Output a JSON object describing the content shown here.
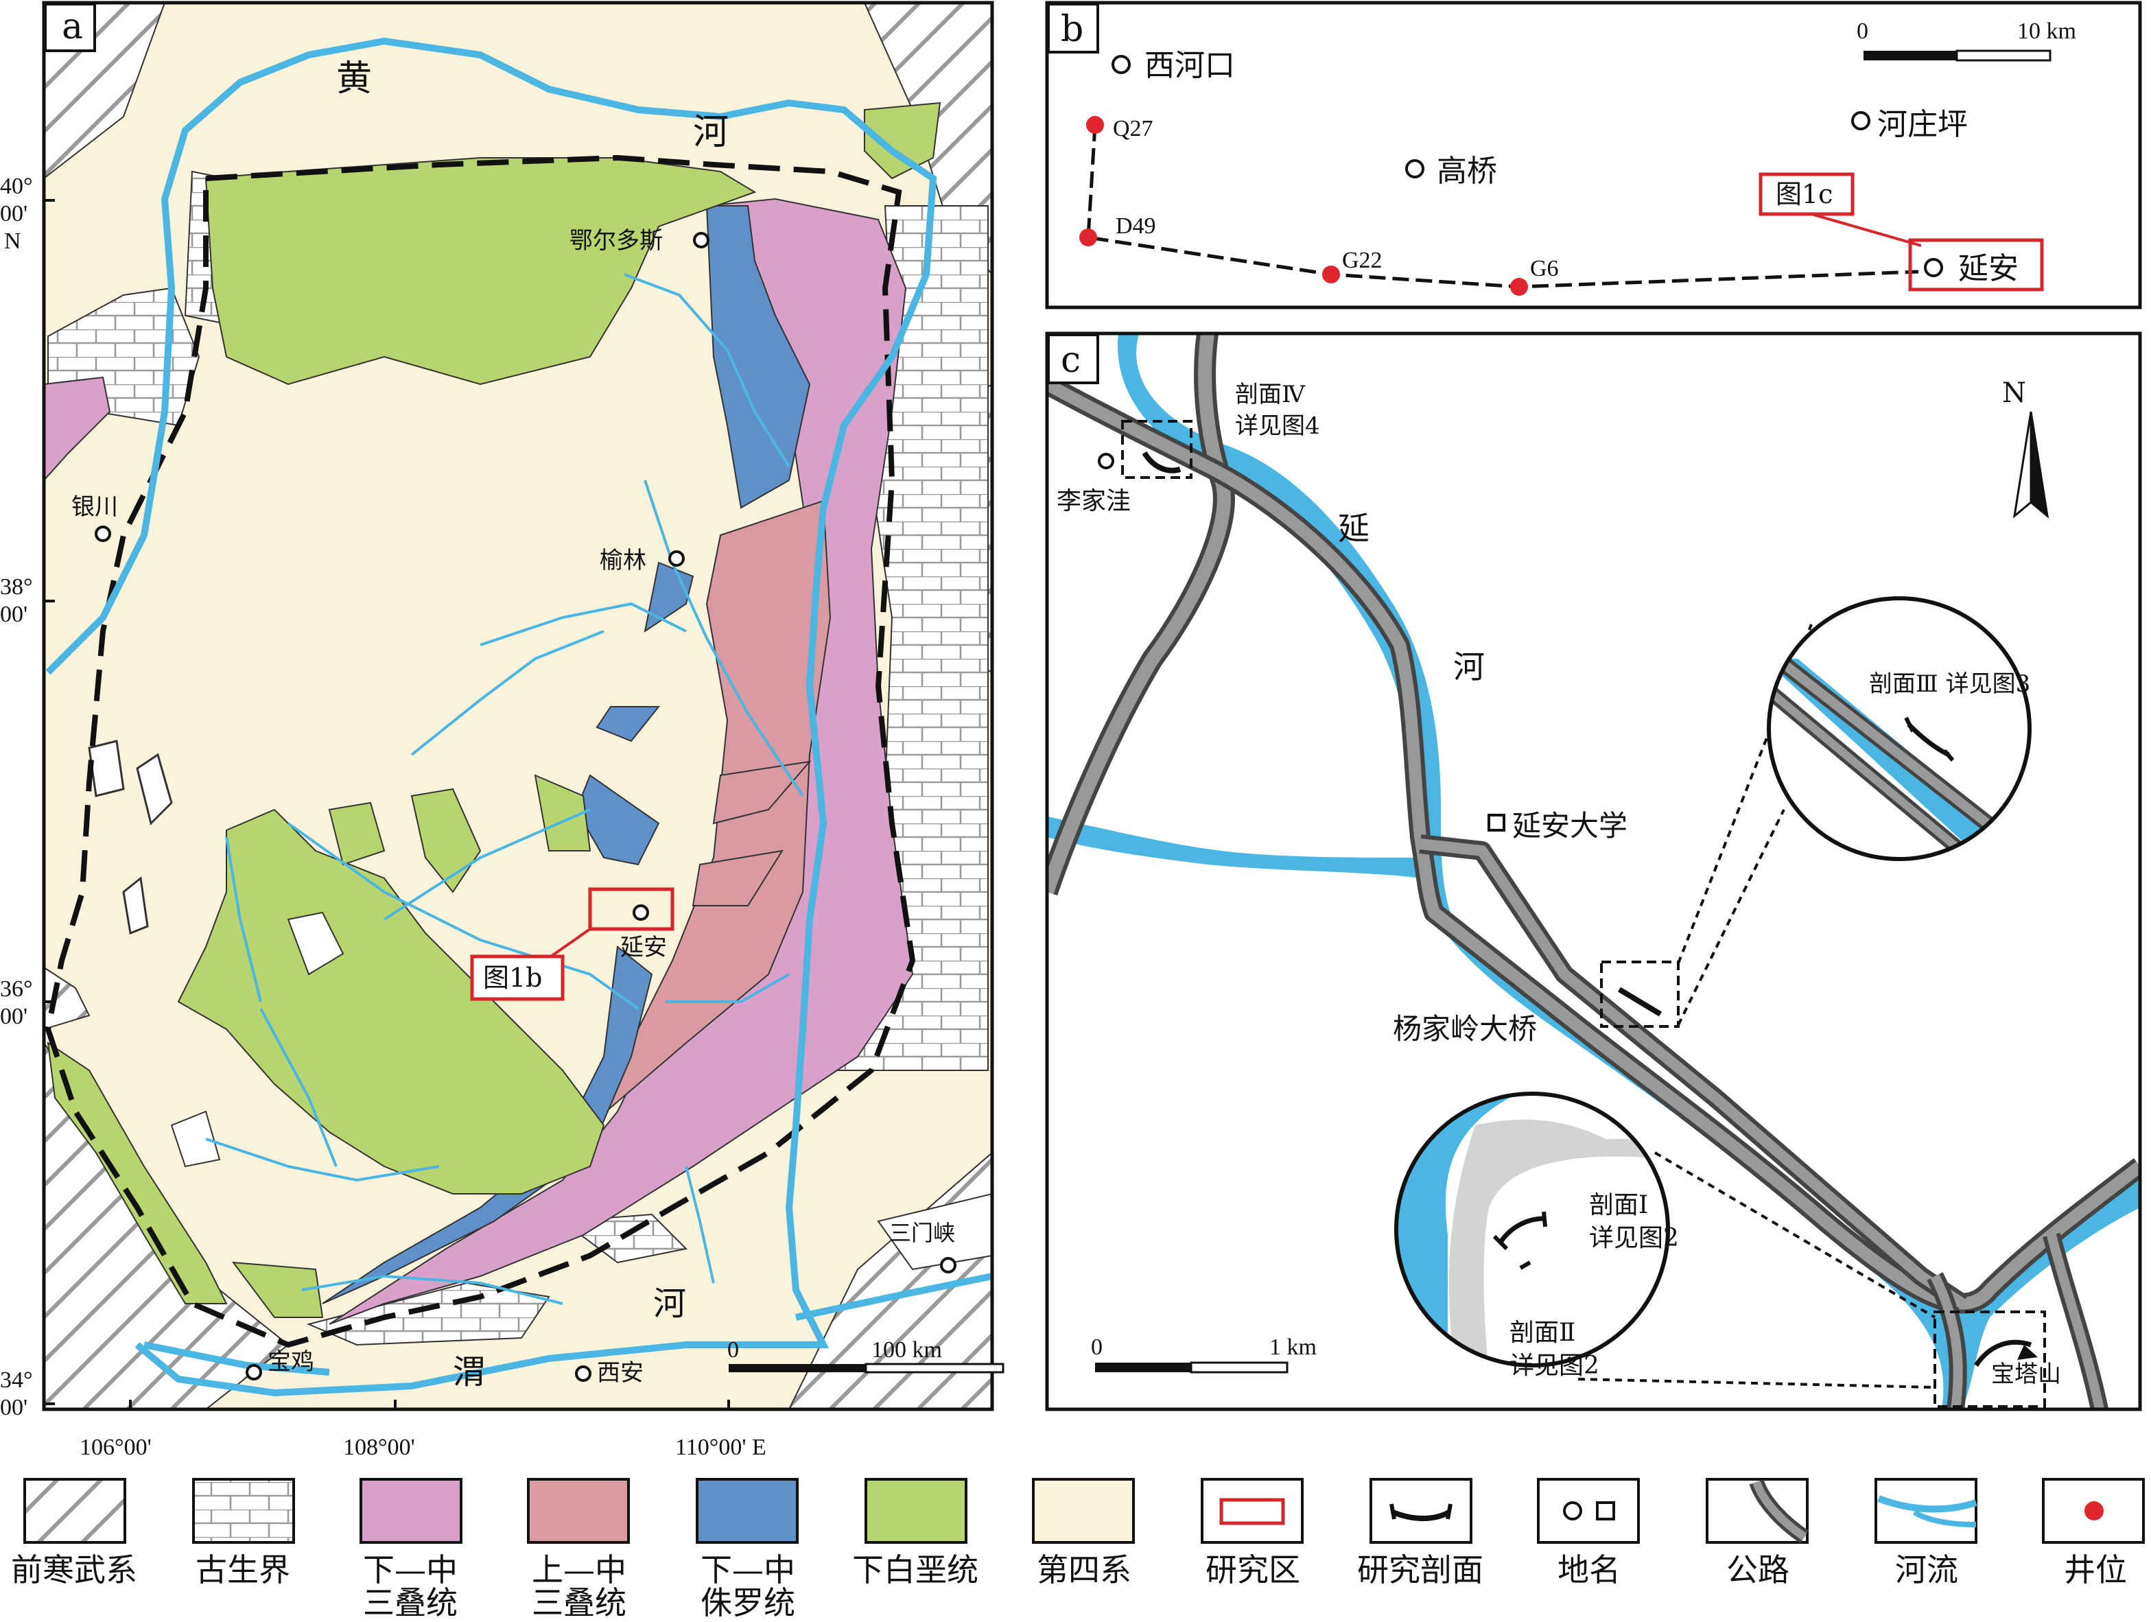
{
  "colors": {
    "pre_cambrian": "#ffffff",
    "paleozoic": "#ffffff",
    "lower_middle_triassic": "#d9a0c9",
    "upper_middle_triassic": "#d99aa2",
    "lower_middle_jurassic": "#5f90c7",
    "lower_cretaceous": "#b8d46f",
    "quaternary": "#faf3dc",
    "river": "#4ab6e1",
    "road": "#999999",
    "study_box": "#d6262d",
    "well": "#e0262d"
  },
  "panel_a": {
    "tag": "a",
    "rivers": {
      "huang_1": "黄",
      "huang_2": "河",
      "wei_1": "渭",
      "wei_2": "河"
    },
    "cities": {
      "ordos": "鄂尔多斯",
      "yinchuan": "银川",
      "yulin": "榆林",
      "yanan": "延安",
      "sanmenxia": "三门峡",
      "baoji": "宝鸡",
      "xian": "西安"
    },
    "callout": "图1b",
    "lat_labels": [
      {
        "deg": "40°",
        "min": "00'",
        "suffix": "N"
      },
      {
        "deg": "38°",
        "min": "00'",
        "suffix": ""
      },
      {
        "deg": "36°",
        "min": "00'",
        "suffix": ""
      },
      {
        "deg": "34°",
        "min": "00'",
        "suffix": ""
      }
    ],
    "lon_labels": [
      "106°00'",
      "108°00'",
      "110°00' E"
    ],
    "scale": {
      "start": "0",
      "end": "100 km"
    }
  },
  "panel_b": {
    "tag": "b",
    "places": {
      "xihekou": "西河口",
      "gaoqiao": "高桥",
      "hezhuangping": "河庄坪",
      "yanan": "延安"
    },
    "wells": [
      "Q27",
      "D49",
      "G22",
      "G6"
    ],
    "callout": "图1c",
    "scale": {
      "start": "0",
      "end": "10 km"
    }
  },
  "panel_c": {
    "tag": "c",
    "north": "N",
    "section4_line1": "剖面Ⅳ",
    "section4_line2": "详见图4",
    "lijiawa": "李家洼",
    "river_1": "延",
    "river_2": "河",
    "university": "延安大学",
    "bridge": "杨家岭大桥",
    "section3": "剖面Ⅲ 详见图3",
    "section1_line1": "剖面Ⅰ",
    "section1_line2": "详见图2",
    "section2_line1": "剖面Ⅱ",
    "section2_line2": "详见图2",
    "baotashan": "宝塔山",
    "scale": {
      "start": "0",
      "end": "1 km"
    }
  },
  "legend": [
    {
      "line1": "前寒武系",
      "line2": ""
    },
    {
      "line1": "古生界",
      "line2": ""
    },
    {
      "line1": "下—中",
      "line2": "三叠统"
    },
    {
      "line1": "上—中",
      "line2": "三叠统"
    },
    {
      "line1": "下—中",
      "line2": "侏罗统"
    },
    {
      "line1": "下白垩统",
      "line2": ""
    },
    {
      "line1": "第四系",
      "line2": ""
    },
    {
      "line1": "研究区",
      "line2": ""
    },
    {
      "line1": "研究剖面",
      "line2": ""
    },
    {
      "line1": "地名",
      "line2": ""
    },
    {
      "line1": "公路",
      "line2": ""
    },
    {
      "line1": "河流",
      "line2": ""
    },
    {
      "line1": "井位",
      "line2": ""
    }
  ]
}
